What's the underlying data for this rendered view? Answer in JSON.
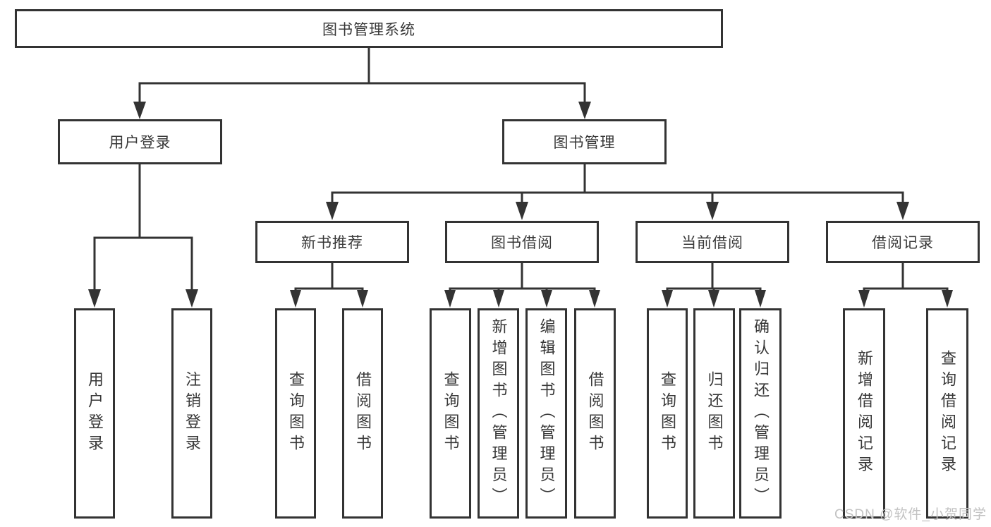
{
  "colors": {
    "line": "#333333",
    "box_border": "#333333",
    "text": "#383838",
    "background": "#ffffff",
    "watermark": "#c2c2c2"
  },
  "diagram": {
    "title": "图书管理系统",
    "root": {
      "label": "图书管理系统"
    },
    "level2": [
      {
        "label": "用户登录"
      },
      {
        "label": "图书管理"
      }
    ],
    "level3": [
      {
        "label": "新书推荐",
        "parent": "图书管理"
      },
      {
        "label": "图书借阅",
        "parent": "图书管理"
      },
      {
        "label": "当前借阅",
        "parent": "图书管理"
      },
      {
        "label": "借阅记录",
        "parent": "图书管理"
      }
    ],
    "leaves": [
      {
        "label": "用户登录",
        "parent": "用户登录"
      },
      {
        "label": "注销登录",
        "parent": "用户登录"
      },
      {
        "label": "查询图书",
        "parent": "新书推荐"
      },
      {
        "label": "借阅图书",
        "parent": "新书推荐"
      },
      {
        "label": "查询图书",
        "parent": "图书借阅"
      },
      {
        "label": "新增图书（管理员）",
        "parent": "图书借阅"
      },
      {
        "label": "编辑图书（管理员）",
        "parent": "图书借阅"
      },
      {
        "label": "借阅图书",
        "parent": "图书借阅"
      },
      {
        "label": "查询图书",
        "parent": "当前借阅"
      },
      {
        "label": "归还图书",
        "parent": "当前借阅"
      },
      {
        "label": "确认归还（管理员）",
        "parent": "当前借阅"
      },
      {
        "label": "新增借阅记录",
        "parent": "借阅记录"
      },
      {
        "label": "查询借阅记录",
        "parent": "借阅记录"
      }
    ]
  },
  "watermark": {
    "text": "CSDN @软件_小贺同学"
  }
}
